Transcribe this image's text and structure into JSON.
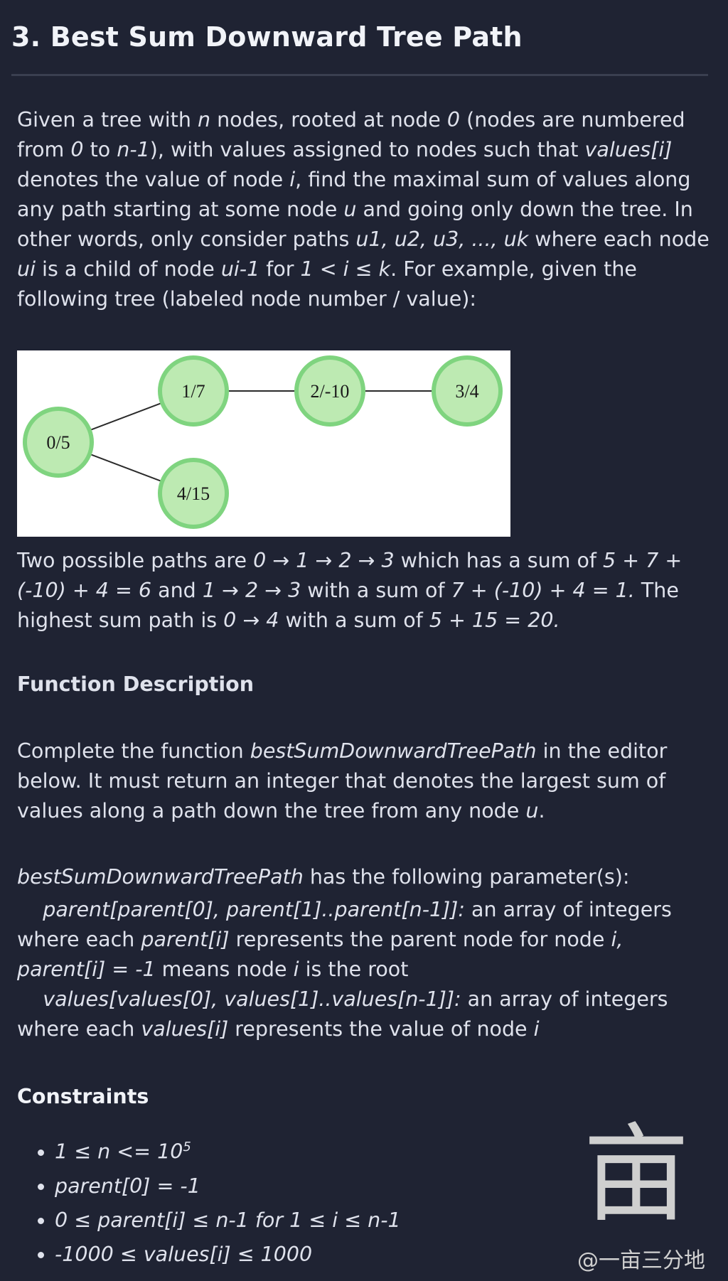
{
  "title": "3. Best Sum Downward Tree Path",
  "intro": {
    "t1": "Given a tree with ",
    "n": "n",
    "t2": " nodes, rooted at node ",
    "zero": "0",
    "t3": " (nodes are numbered from ",
    "zero2": "0",
    "t4": " to ",
    "nm1": "n-1",
    "t5": "), with values assigned to nodes such that ",
    "vi": "values[i]",
    "t6": " denotes the value of node ",
    "i": "i",
    "t7": ", find the maximal sum of values along any path starting at some node ",
    "u": "u",
    "t8": " and going only down the tree. In other words, only consider paths ",
    "path": "u1, u2, u3, ..., uk",
    "t9": " where each node ",
    "ui": "ui",
    "t10": " is a child of node ",
    "uim1": "ui-1",
    "t11": " for ",
    "range": "1 < i ≤ k",
    "t12": ". For example, given the following tree (labeled node number / value):"
  },
  "tree": {
    "nodes": [
      {
        "id": "0",
        "label": "0/5"
      },
      {
        "id": "1",
        "label": "1/7"
      },
      {
        "id": "2",
        "label": "2/-10"
      },
      {
        "id": "3",
        "label": "3/4"
      },
      {
        "id": "4",
        "label": "4/15"
      }
    ],
    "edges": [
      [
        "0",
        "1"
      ],
      [
        "1",
        "2"
      ],
      [
        "2",
        "3"
      ],
      [
        "0",
        "4"
      ]
    ],
    "node_fill": "#bdeab2",
    "node_stroke": "#7fd47f"
  },
  "example": {
    "t1": "Two possible paths are ",
    "p1": "0 → 1 → 2 → 3",
    "t2": " which has a sum of ",
    "s1": "5 + 7 + (-10) + 4 = 6",
    "t3": " and ",
    "p2": "1 → 2 → 3",
    "t4": " with a sum of ",
    "s2": "7 + (-10) + 4 = 1.",
    "t5": "  The highest sum path is ",
    "p3": "0 → 4",
    "t6": " with a sum of ",
    "s3": "5 + 15 = 20."
  },
  "func_heading": "Function Description",
  "func_desc": {
    "t1": "Complete the function ",
    "fn": "bestSumDownwardTreePath",
    "t2": " in the editor below. It must return an integer that denotes the largest sum of values along a path down the tree from any node ",
    "u": "u",
    "t3": "."
  },
  "params": {
    "fn": "bestSumDownwardTreePath",
    "t1": " has the following parameter(s):",
    "p1name": "parent[parent[0], parent[1]..parent[n-1]]:",
    "p1t1": " an array of integers where each ",
    "p1a": "parent[i]",
    "p1t2": " represents the parent node for node ",
    "p1b": "i, parent[i]",
    "p1c": "= -1",
    "p1t3": " means node ",
    "p1d": "i",
    "p1t4": " is the root",
    "p2name": "values[values[0], values[1]..values[n-1]]:",
    "p2t1": "  an array of integers where each ",
    "p2a": "values[i]",
    "p2t2": " represents the value of node ",
    "p2b": "i"
  },
  "constraints_heading": "Constraints",
  "constraints": {
    "c1": "1 ≤ n <= 10",
    "c1sup": "5",
    "c2": "parent[0] = -1",
    "c3": "0 ≤ parent[i] ≤ n-1 for 1 ≤ i ≤ n-1",
    "c4": "-1000 ≤ values[i] ≤ 1000"
  },
  "watermark": {
    "glyph": "亩",
    "text": "@一亩三分地"
  }
}
